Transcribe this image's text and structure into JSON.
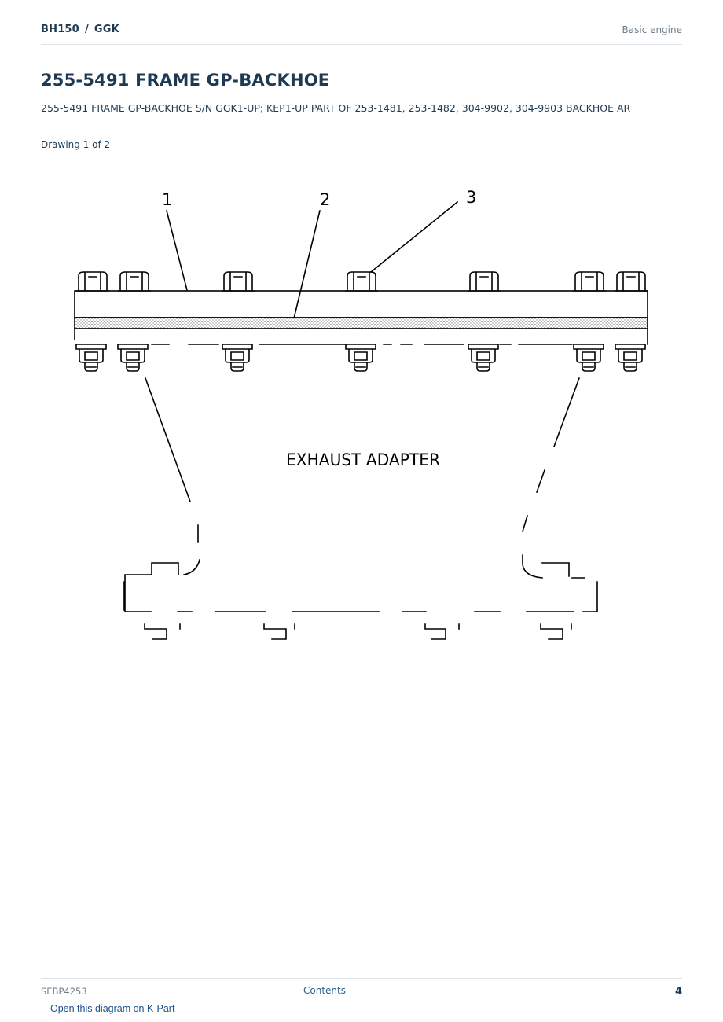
{
  "header": {
    "model": "BH150",
    "separator": "/",
    "serial_prefix": "GGK",
    "section": "Basic engine"
  },
  "title": "255-5491 FRAME GP-BACKHOE",
  "description": "255-5491 FRAME GP-BACKHOE S/N GGK1-UP; KEP1-UP PART OF 253-1481, 253-1482, 304-9902, 304-9903 BACKHOE AR",
  "drawing_count": "Drawing 1 of 2",
  "diagram": {
    "callouts": [
      "1",
      "2",
      "3"
    ],
    "caption": "EXHAUST ADAPTER"
  },
  "footer": {
    "doc_number": "SEBP4253",
    "contents_label": "Contents",
    "page_number": "4",
    "kpart_link": "Open this diagram on K-Part"
  }
}
